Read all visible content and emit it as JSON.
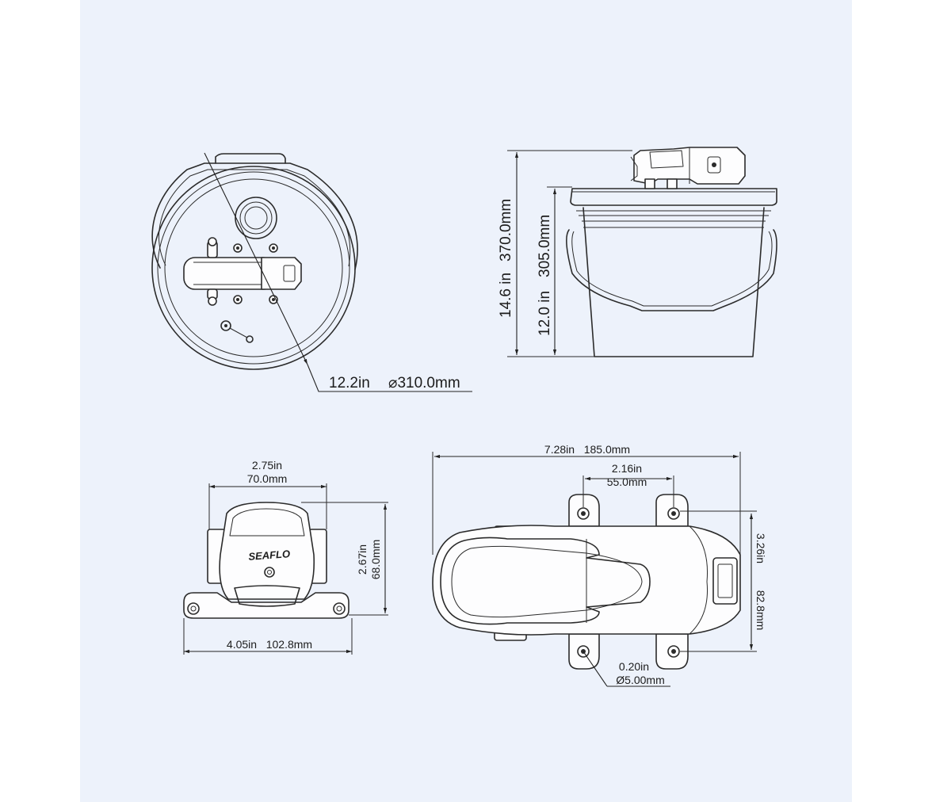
{
  "background_color": "#edf2fb",
  "line_color": "#2b2b2b",
  "top_view": {
    "diameter_in": "12.2in",
    "diameter_mm": "⌀310.0mm"
  },
  "side_view": {
    "total_height_in": "14.6 in",
    "total_height_mm": "370.0mm",
    "bucket_height_in": "12.0 in",
    "bucket_height_mm": "305.0mm"
  },
  "pump_front_view": {
    "top_width_in": "2.75in",
    "top_width_mm": "70.0mm",
    "height_in": "2.67in",
    "height_mm": "68.0mm",
    "base_width_label": "4.05in   102.8mm",
    "brand": "SEAFLO"
  },
  "pump_top_view": {
    "length_label": "7.28in   185.0mm",
    "hole_spacing_in": "2.16in",
    "hole_spacing_mm": "55.0mm",
    "width_in": "3.26in",
    "width_mm": "82.8mm",
    "hole_diameter_in": "0.20in",
    "hole_diameter_mm": "Ø5.00mm"
  }
}
